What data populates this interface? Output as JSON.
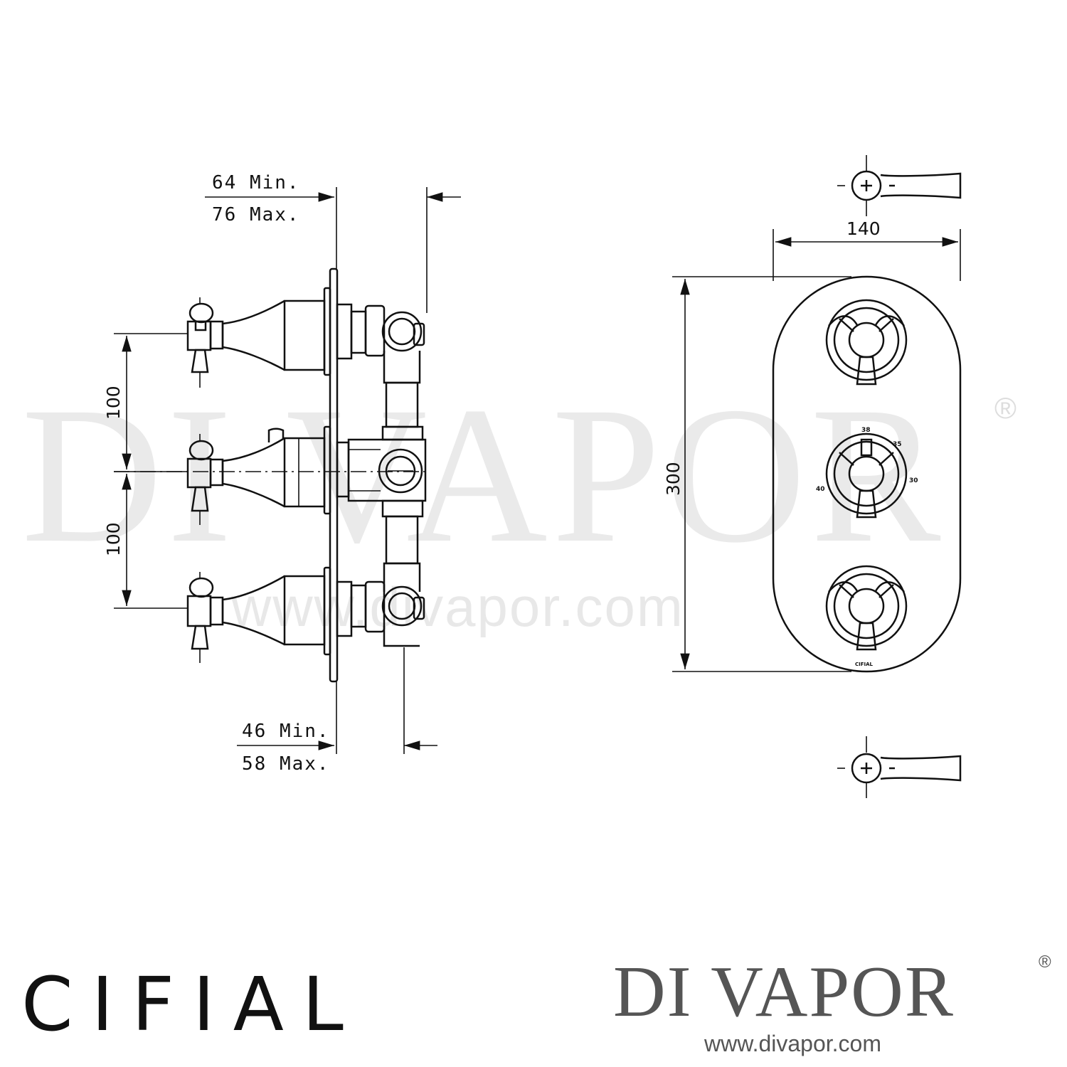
{
  "dimensions": {
    "depth_min": "64 Min.",
    "depth_max": "76 Max.",
    "recess_min": "46 Min.",
    "recess_max": "58 Max.",
    "spacing_upper": "100",
    "spacing_lower": "100",
    "plate_width": "140",
    "plate_height": "300"
  },
  "dial_markings": [
    "38",
    "35",
    "40",
    "30"
  ],
  "plate_marking": "CIFIAL",
  "icons": [
    "plus-icon",
    "minus-icon"
  ],
  "watermark": {
    "name": "DI VAPOR",
    "registered": "®",
    "url": "www.divapor.com"
  },
  "brand_left": "CIFIAL",
  "brand_right": {
    "name": "DI VAPOR",
    "registered": "®",
    "url": "www.divapor.com"
  }
}
